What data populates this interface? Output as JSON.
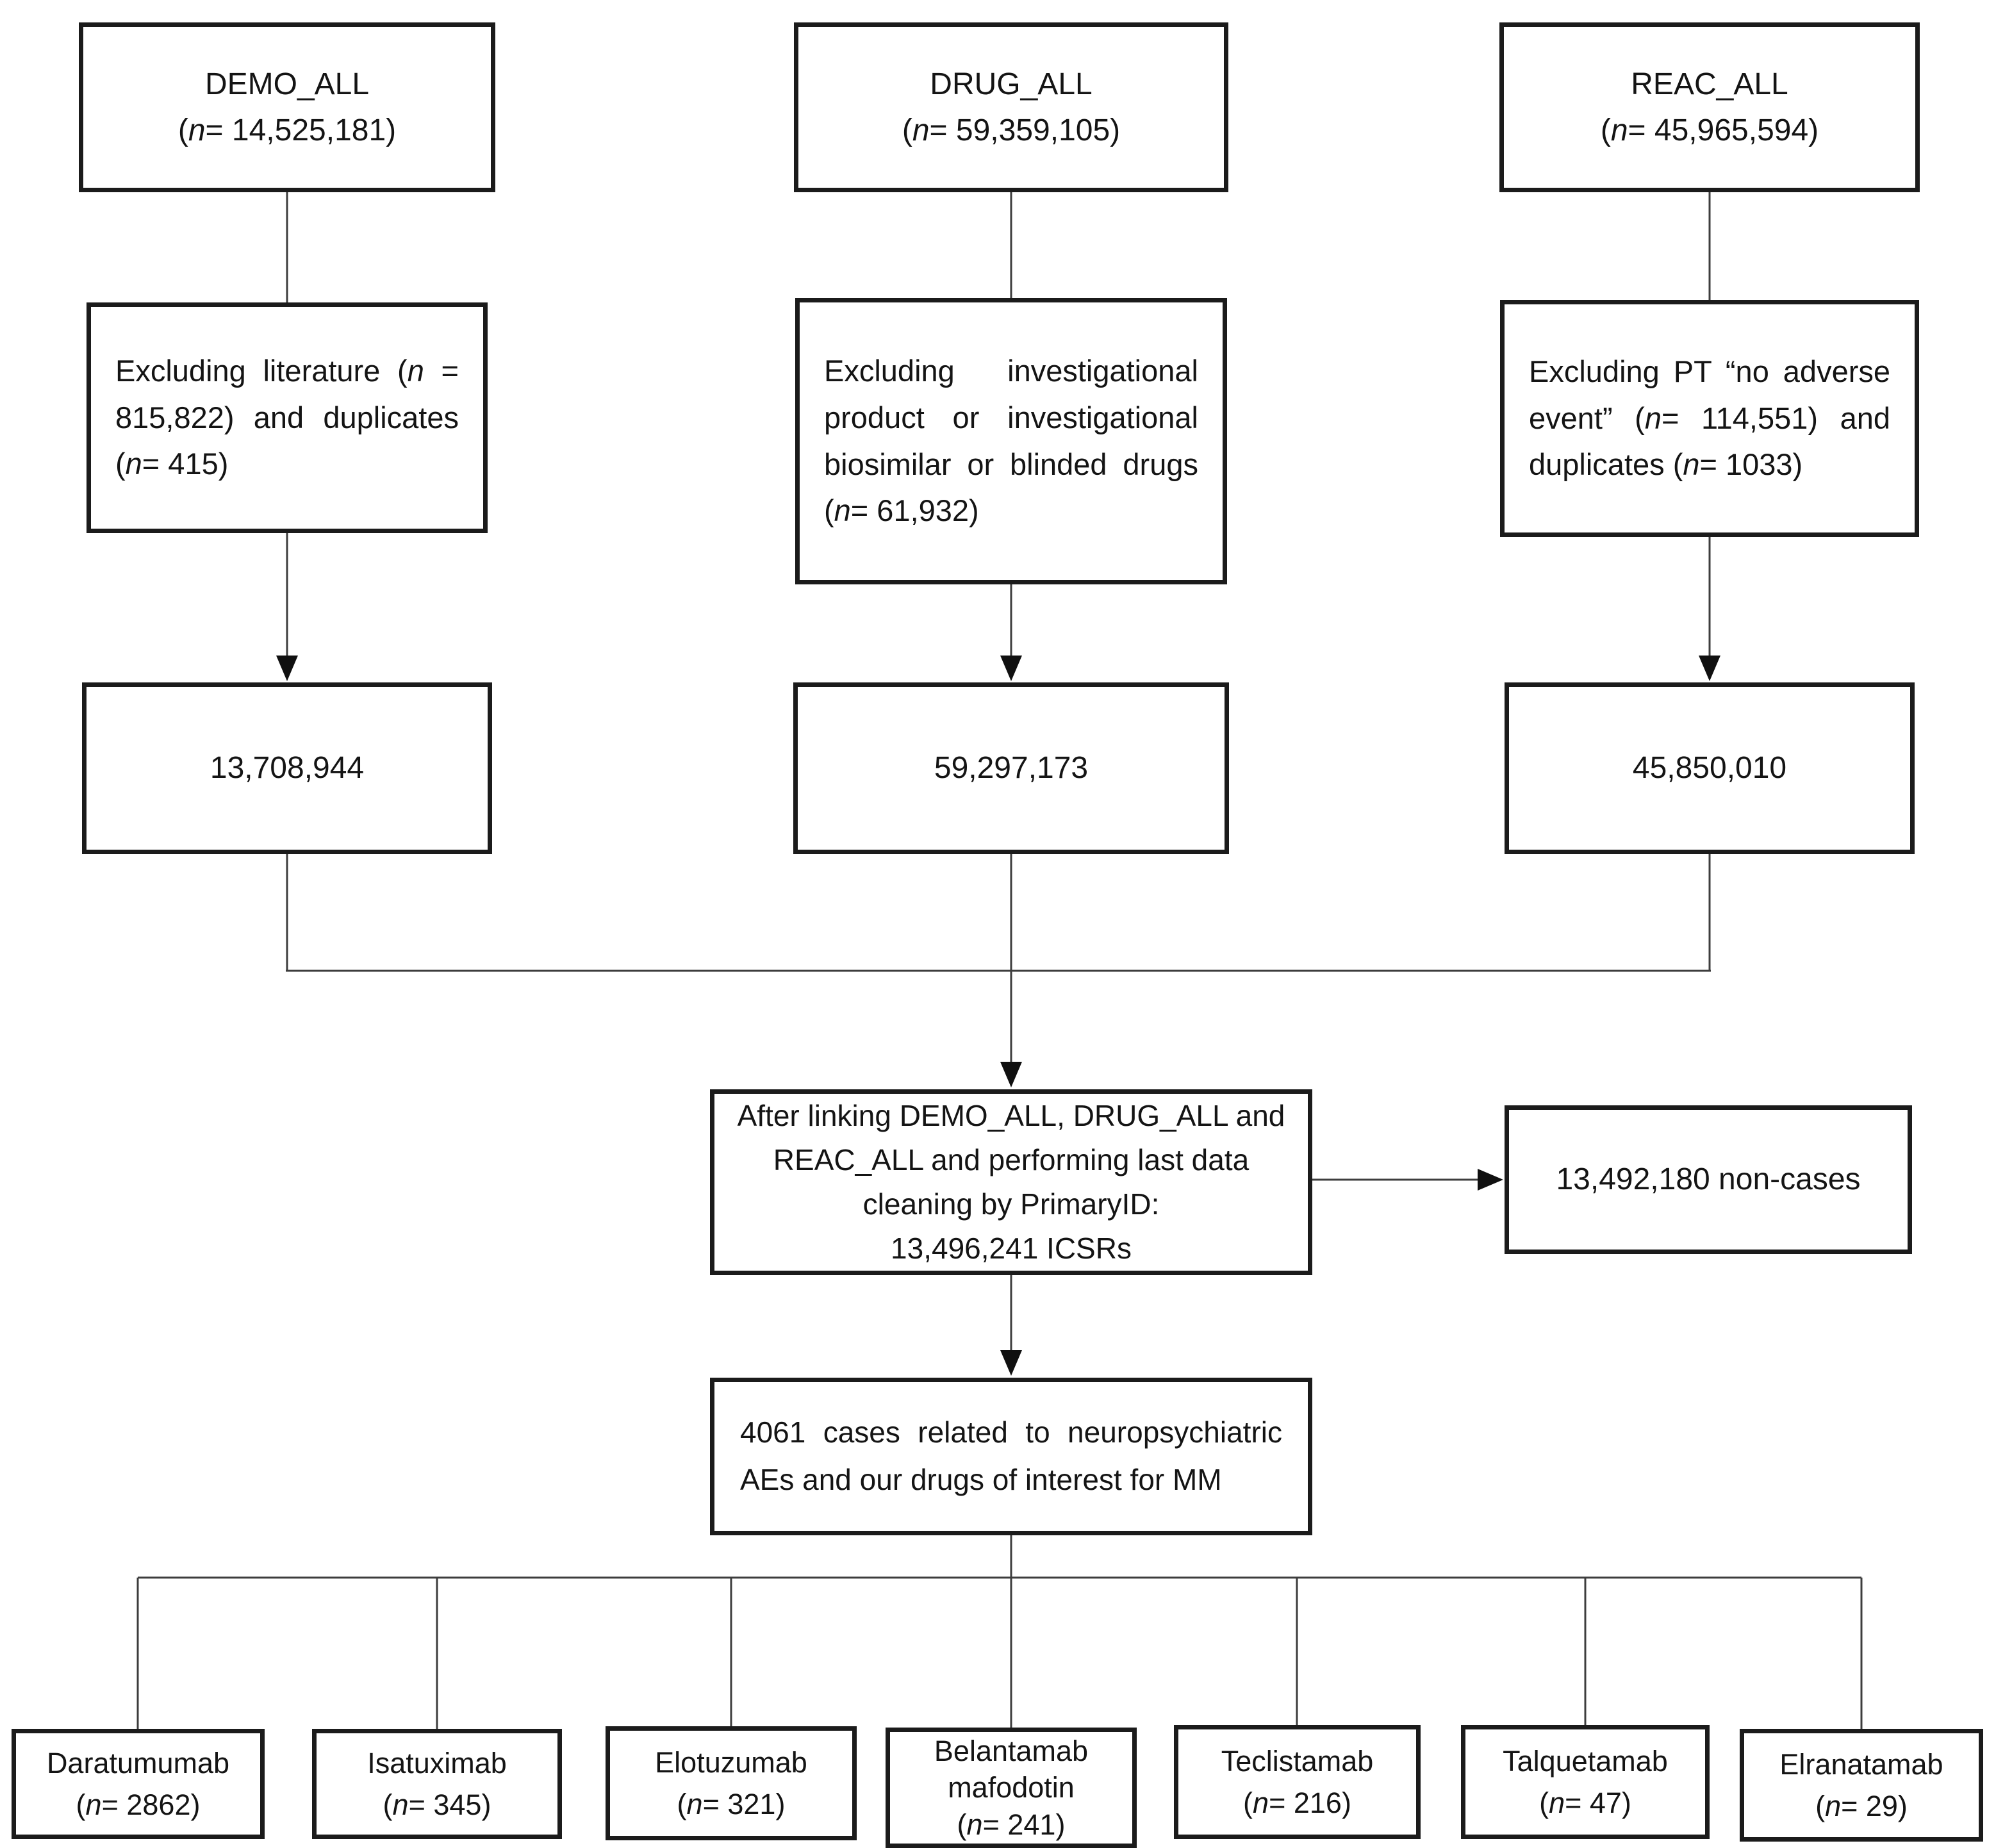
{
  "figure": {
    "kind": "flowchart",
    "background_color": "#ffffff",
    "box_border_color": "#1b1b1b",
    "connector_color": "#3d3d3d",
    "text_color": "#141414"
  },
  "boxes": {
    "demo_all": {
      "segments": [
        {
          "t": "DEMO_ALL"
        },
        {
          "br": true
        },
        {
          "t": "("
        },
        {
          "t": "n",
          "i": true
        },
        {
          "t": "= 14,525,181)"
        }
      ]
    },
    "drug_all": {
      "segments": [
        {
          "t": "DRUG_ALL"
        },
        {
          "br": true
        },
        {
          "t": "("
        },
        {
          "t": "n",
          "i": true
        },
        {
          "t": "= 59,359,105)"
        }
      ]
    },
    "reac_all": {
      "segments": [
        {
          "t": "REAC_ALL"
        },
        {
          "br": true
        },
        {
          "t": "("
        },
        {
          "t": "n",
          "i": true
        },
        {
          "t": "= 45,965,594)"
        }
      ]
    },
    "excl_demo": {
      "segments": [
        {
          "t": "Excluding literature ("
        },
        {
          "t": "n",
          "i": true
        },
        {
          "t": " = 815,822) and duplicates ("
        },
        {
          "t": "n",
          "i": true
        },
        {
          "t": "= 415)"
        }
      ]
    },
    "excl_drug": {
      "segments": [
        {
          "t": "Excluding investigational product or investigational biosimilar or blinded drugs ("
        },
        {
          "t": "n",
          "i": true
        },
        {
          "t": "= 61,932)"
        }
      ]
    },
    "excl_reac": {
      "segments": [
        {
          "t": "Excluding PT “no adverse event” ("
        },
        {
          "t": "n",
          "i": true
        },
        {
          "t": "= 114,551) and duplicates ("
        },
        {
          "t": "n",
          "i": true
        },
        {
          "t": "= 1033)"
        }
      ]
    },
    "count_demo": {
      "segments": [
        {
          "t": "13,708,944"
        }
      ]
    },
    "count_drug": {
      "segments": [
        {
          "t": "59,297,173"
        }
      ]
    },
    "count_reac": {
      "segments": [
        {
          "t": "45,850,010"
        }
      ]
    },
    "linking_summary": {
      "segments": [
        {
          "t": "After linking DEMO_ALL, DRUG_ALL and"
        },
        {
          "br": true
        },
        {
          "t": "REAC_ALL and performing last data"
        },
        {
          "br": true
        },
        {
          "t": "cleaning by PrimaryID:"
        },
        {
          "br": true
        },
        {
          "t": "13,496,241 ICSRs"
        }
      ]
    },
    "non_cases": {
      "segments": [
        {
          "t": "13,492,180 non-cases"
        }
      ]
    },
    "cases_4061": {
      "segments": [
        {
          "t": "4061 cases related to neuropsychiatric AEs and our drugs of interest for MM"
        }
      ]
    },
    "daratumumab": {
      "segments": [
        {
          "t": "Daratumumab"
        },
        {
          "br": true
        },
        {
          "t": "("
        },
        {
          "t": "n",
          "i": true
        },
        {
          "t": "= 2862)"
        }
      ]
    },
    "isatuximab": {
      "segments": [
        {
          "t": "Isatuximab"
        },
        {
          "br": true
        },
        {
          "t": "("
        },
        {
          "t": "n",
          "i": true
        },
        {
          "t": "= 345)"
        }
      ]
    },
    "elotuzumab": {
      "segments": [
        {
          "t": "Elotuzumab"
        },
        {
          "br": true
        },
        {
          "t": "("
        },
        {
          "t": "n",
          "i": true
        },
        {
          "t": "= 321)"
        }
      ]
    },
    "belantamab": {
      "segments": [
        {
          "t": "Belantamab"
        },
        {
          "br": true
        },
        {
          "t": "mafodotin"
        },
        {
          "br": true
        },
        {
          "t": "("
        },
        {
          "t": "n",
          "i": true
        },
        {
          "t": "= 241)"
        }
      ]
    },
    "teclistamab": {
      "segments": [
        {
          "t": "Teclistamab"
        },
        {
          "br": true
        },
        {
          "t": "("
        },
        {
          "t": "n",
          "i": true
        },
        {
          "t": "= 216)"
        }
      ]
    },
    "talquetamab": {
      "segments": [
        {
          "t": "Talquetamab"
        },
        {
          "br": true
        },
        {
          "t": "("
        },
        {
          "t": "n",
          "i": true
        },
        {
          "t": "= 47)"
        }
      ]
    },
    "elranatamab": {
      "segments": [
        {
          "t": "Elranatamab"
        },
        {
          "br": true
        },
        {
          "t": "("
        },
        {
          "t": "n",
          "i": true
        },
        {
          "t": "= 29)"
        }
      ]
    }
  }
}
